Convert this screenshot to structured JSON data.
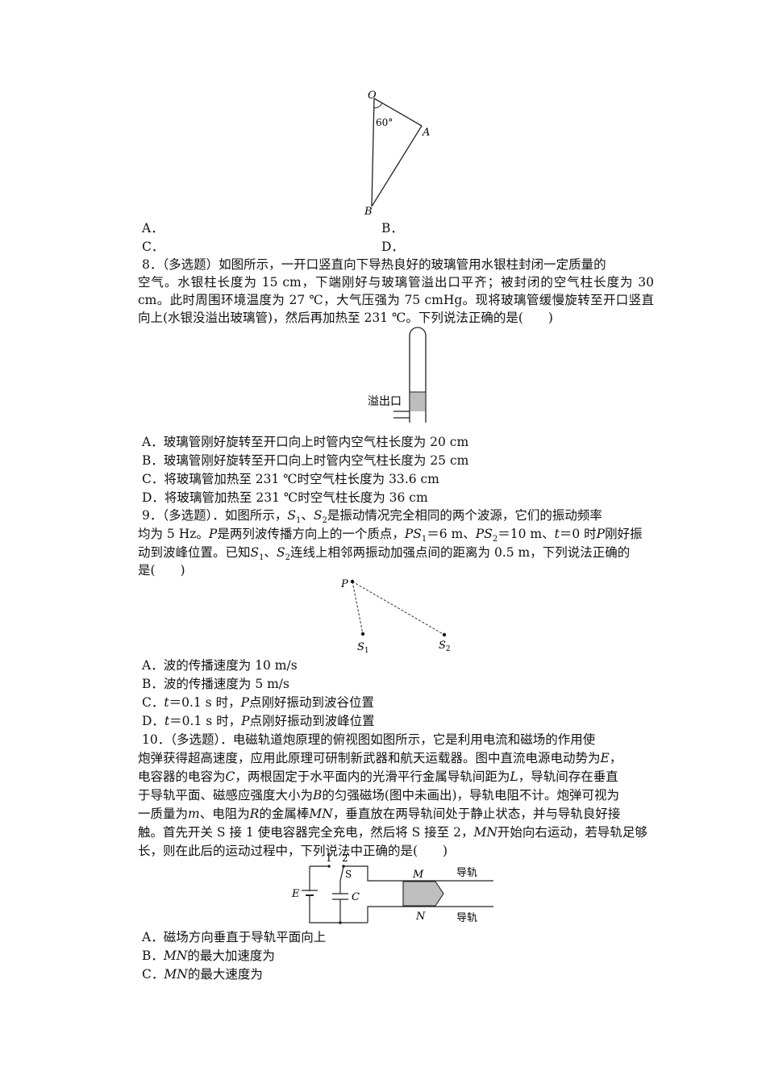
{
  "fig_triangle": {
    "O": "O",
    "A": "A",
    "B": "B",
    "angle": "60°"
  },
  "q7_options": {
    "A": "A．",
    "B": "B．",
    "C": "C．",
    "D": "D．"
  },
  "q8": {
    "lines": [
      "8．（多选题）如图所示，一开口竖直向下导热良好的玻璃管用水银柱封闭一定质量的",
      "空气。水银柱长度为 15  cm，下端刚好与玻璃管溢出口平齐；被封闭的空气柱长度为 30",
      "cm。此时周围环境温度为 27  ℃，大气压强为 75  cmHg。现将玻璃管缓慢旋转至开口竖直",
      "向上(水银没溢出玻璃管)，然后再加热至 231  ℃。下列说法正确的是(　　)"
    ],
    "fig_label": "溢出口",
    "options": [
      "A．玻璃管刚好旋转至开口向上时管内空气柱长度为 20  cm",
      "B．玻璃管刚好旋转至开口向上时管内空气柱长度为 25  cm",
      "C．将玻璃管加热至 231  ℃时空气柱长度为 33.6  cm",
      "D．将玻璃管加热至 231  ℃时空气柱长度为 36  cm"
    ]
  },
  "q9": {
    "l1a": "9．（多选题）．如图所示，",
    "l1b": "S",
    "l1c": "1",
    "l1d": "、",
    "l1e": "S",
    "l1f": "2",
    "l1g": "是振动情况完全相同的两个波源，它们的振动频率",
    "l2a": "均为 5  Hz。",
    "l2b": "P",
    "l2c": "是两列波传播方向上的一个质点，",
    "l2d": "PS",
    "l2e": "1",
    "l2f": "＝6  m、",
    "l2g": "PS",
    "l2h": "2",
    "l2i": "＝10  m、",
    "l2j": "t",
    "l2k": "＝0 时",
    "l2l": "P",
    "l2m": "刚好振",
    "l3a": "动到波峰位置。已知",
    "l3b": "S",
    "l3c": "1",
    "l3d": "、",
    "l3e": "S",
    "l3f": "2",
    "l3g": "连线上相邻两振动加强点间的距离为 0.5  m，下列说法正确的",
    "l4": "是(　　)",
    "fig": {
      "P": "P",
      "S": "S",
      "s1": "1",
      "s2": "2"
    },
    "options": {
      "A": "A．波的传播速度为 10  m/s",
      "B": "B．波的传播速度为 5  m/s",
      "C_pre": "C．",
      "C_t": "t",
      "C_mid": "＝0.1  s 时，",
      "C_P": "P",
      "C_post": "点刚好振动到波谷位置",
      "D_pre": "D．",
      "D_t": "t",
      "D_mid": "＝0.1  s 时，",
      "D_P": "P",
      "D_post": "点刚好振动到波峰位置"
    }
  },
  "q10": {
    "l1": "10．（多选题）．电磁轨道炮原理的俯视图如图所示，它是利用电流和磁场的作用使",
    "l2a": "炮弹获得超高速度，应用此原理可研制新武器和航天运载器。图中直流电源电动势为",
    "l2b": "E",
    "l2c": "，",
    "l3a": "电容器的电容为",
    "l3b": "C",
    "l3c": "，两根固定于水平面内的光滑平行金属导轨间距为",
    "l3d": "L",
    "l3e": "，导轨间存在垂直",
    "l4a": "于导轨平面、磁感应强度大小为",
    "l4b": "B",
    "l4c": "的匀强磁场(图中未画出)，导轨电阻不计。炮弹可视为",
    "l5a": "一质量为",
    "l5b": "m",
    "l5c": "、电阻为",
    "l5d": "R",
    "l5e": "的金属棒",
    "l5f": "MN",
    "l5g": "，垂直放在两导轨间处于静止状态，并与导轨良好接",
    "l6a": "触。首先开关 S 接 1 使电容器完全充电，然后将 S 接至 2，",
    "l6b": "MN",
    "l6c": "开始向右运动，若导轨足够",
    "l7": "长，则在此后的运动过程中，下列说法中正确的是(　　)",
    "fig": {
      "one": "1",
      "two": "2",
      "S": "S",
      "E": "E",
      "C": "C",
      "M": "M",
      "N": "N",
      "rail": "导轨"
    },
    "options": {
      "A": "A．磁场方向垂直于导轨平面向上",
      "B_pre": "B．",
      "B_MN": "MN",
      "B_post": "的最大加速度为",
      "C_pre": "C．",
      "C_MN": "MN",
      "C_post": "的最大速度为"
    }
  }
}
